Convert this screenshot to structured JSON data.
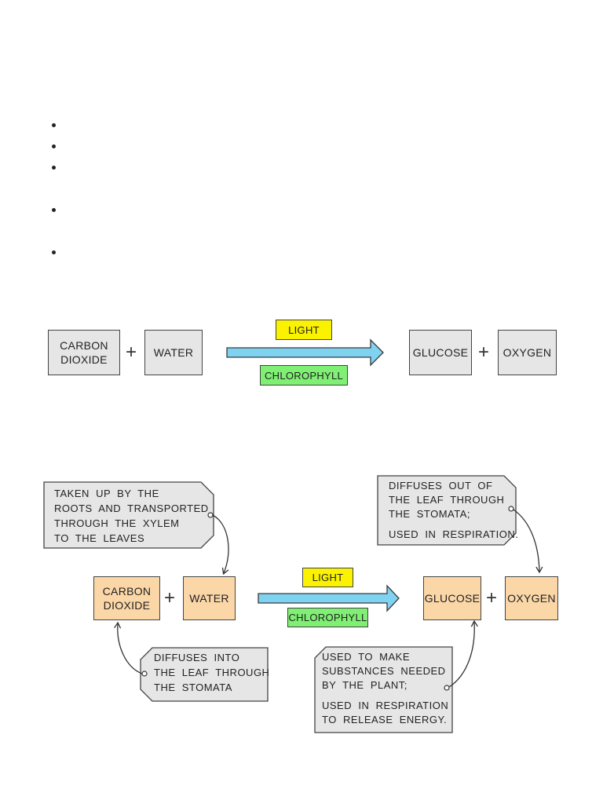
{
  "equation1": {
    "reactant1": "CARBON\nDIOXIDE",
    "plus1": "+",
    "reactant2": "WATER",
    "condition_top": "LIGHT",
    "condition_bottom": "CHLOROPHYLL",
    "product1": "GLUCOSE",
    "plus2": "+",
    "product2": "OXYGEN"
  },
  "equation2": {
    "reactant1": "CARBON\nDIOXIDE",
    "plus1": "+",
    "reactant2": "WATER",
    "condition_top": "LIGHT",
    "condition_bottom": "CHLOROPHYLL",
    "product1": "GLUCOSE",
    "plus2": "+",
    "product2": "OXYGEN"
  },
  "notes": {
    "water": [
      "TAKEN  UP  BY  THE",
      "ROOTS  AND  TRANSPORTED",
      "THROUGH  THE  XYLEM",
      "TO  THE  LEAVES"
    ],
    "oxygen": [
      "DIFFUSES  OUT  OF",
      "THE  LEAF  THROUGH",
      "THE  STOMATA;",
      "",
      "USED  IN  RESPIRATION."
    ],
    "carbon_dioxide": [
      "DIFFUSES  INTO",
      "THE  LEAF  THROUGH",
      "THE  STOMATA"
    ],
    "glucose": [
      "USED  TO  MAKE",
      "SUBSTANCES  NEEDED",
      "BY  THE  PLANT;",
      "",
      "USED  IN  RESPIRATION",
      "TO  RELEASE  ENERGY."
    ]
  },
  "colors": {
    "arrow": "#7fd3f0",
    "light": "#fbf200",
    "chlorophyll": "#7ff073",
    "box_grey": "#e6e6e6",
    "box_tan": "#fbd7a8",
    "note_bg": "#e6e6e6"
  }
}
